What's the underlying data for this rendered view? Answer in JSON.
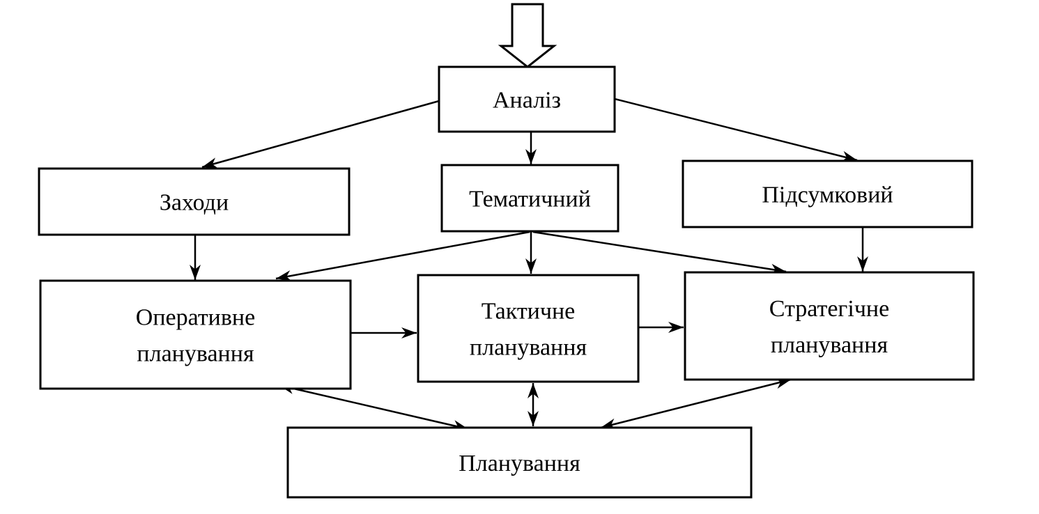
{
  "diagram": {
    "type": "flowchart",
    "language": "uk",
    "colors": {
      "stroke": "#000000",
      "background": "#ffffff",
      "text": "#000000"
    },
    "nodes": [
      {
        "id": "analysis",
        "lines": [
          "Аналіз"
        ]
      },
      {
        "id": "measures",
        "lines": [
          "Заходи"
        ]
      },
      {
        "id": "thematic",
        "lines": [
          "Тематичний"
        ]
      },
      {
        "id": "summary",
        "lines": [
          "Підсумковий"
        ]
      },
      {
        "id": "operational",
        "lines": [
          "Оперативне",
          "планування"
        ]
      },
      {
        "id": "tactical",
        "lines": [
          "Тактичне",
          "планування"
        ]
      },
      {
        "id": "strategic",
        "lines": [
          "Стратегічне",
          "планування"
        ]
      },
      {
        "id": "planning",
        "lines": [
          "Планування"
        ]
      }
    ],
    "edges": [
      {
        "from": "input",
        "to": "analysis",
        "style": "hollow-block-arrow"
      },
      {
        "from": "analysis",
        "to": "measures",
        "style": "directed"
      },
      {
        "from": "analysis",
        "to": "thematic",
        "style": "directed"
      },
      {
        "from": "analysis",
        "to": "summary",
        "style": "directed"
      },
      {
        "from": "measures",
        "to": "operational",
        "style": "directed"
      },
      {
        "from": "thematic",
        "to": "operational",
        "style": "directed"
      },
      {
        "from": "thematic",
        "to": "tactical",
        "style": "directed"
      },
      {
        "from": "thematic",
        "to": "strategic",
        "style": "directed"
      },
      {
        "from": "summary",
        "to": "strategic",
        "style": "directed"
      },
      {
        "from": "operational",
        "to": "tactical",
        "style": "directed"
      },
      {
        "from": "tactical",
        "to": "strategic",
        "style": "directed"
      },
      {
        "from": "operational",
        "to": "planning",
        "style": "bidirectional"
      },
      {
        "from": "tactical",
        "to": "planning",
        "style": "bidirectional"
      },
      {
        "from": "strategic",
        "to": "planning",
        "style": "bidirectional"
      }
    ]
  }
}
